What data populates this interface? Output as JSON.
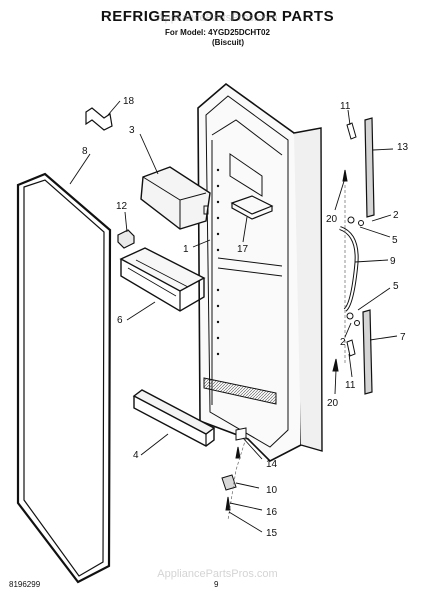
{
  "header": {
    "title": "REFRIGERATOR DOOR PARTS",
    "model_line": "For Model: 4YGD25DCHT02",
    "variant": "(Biscuit)"
  },
  "callouts": [
    "18",
    "3",
    "8",
    "12",
    "6",
    "4",
    "17",
    "1",
    "11",
    "13",
    "20",
    "2",
    "5",
    "9",
    "5",
    "7",
    "2",
    "11",
    "20",
    "14",
    "10",
    "16",
    "15"
  ],
  "footer": {
    "doc_number": "8196299",
    "page_number": "9"
  },
  "watermark": "AppliancePartsPros.com"
}
